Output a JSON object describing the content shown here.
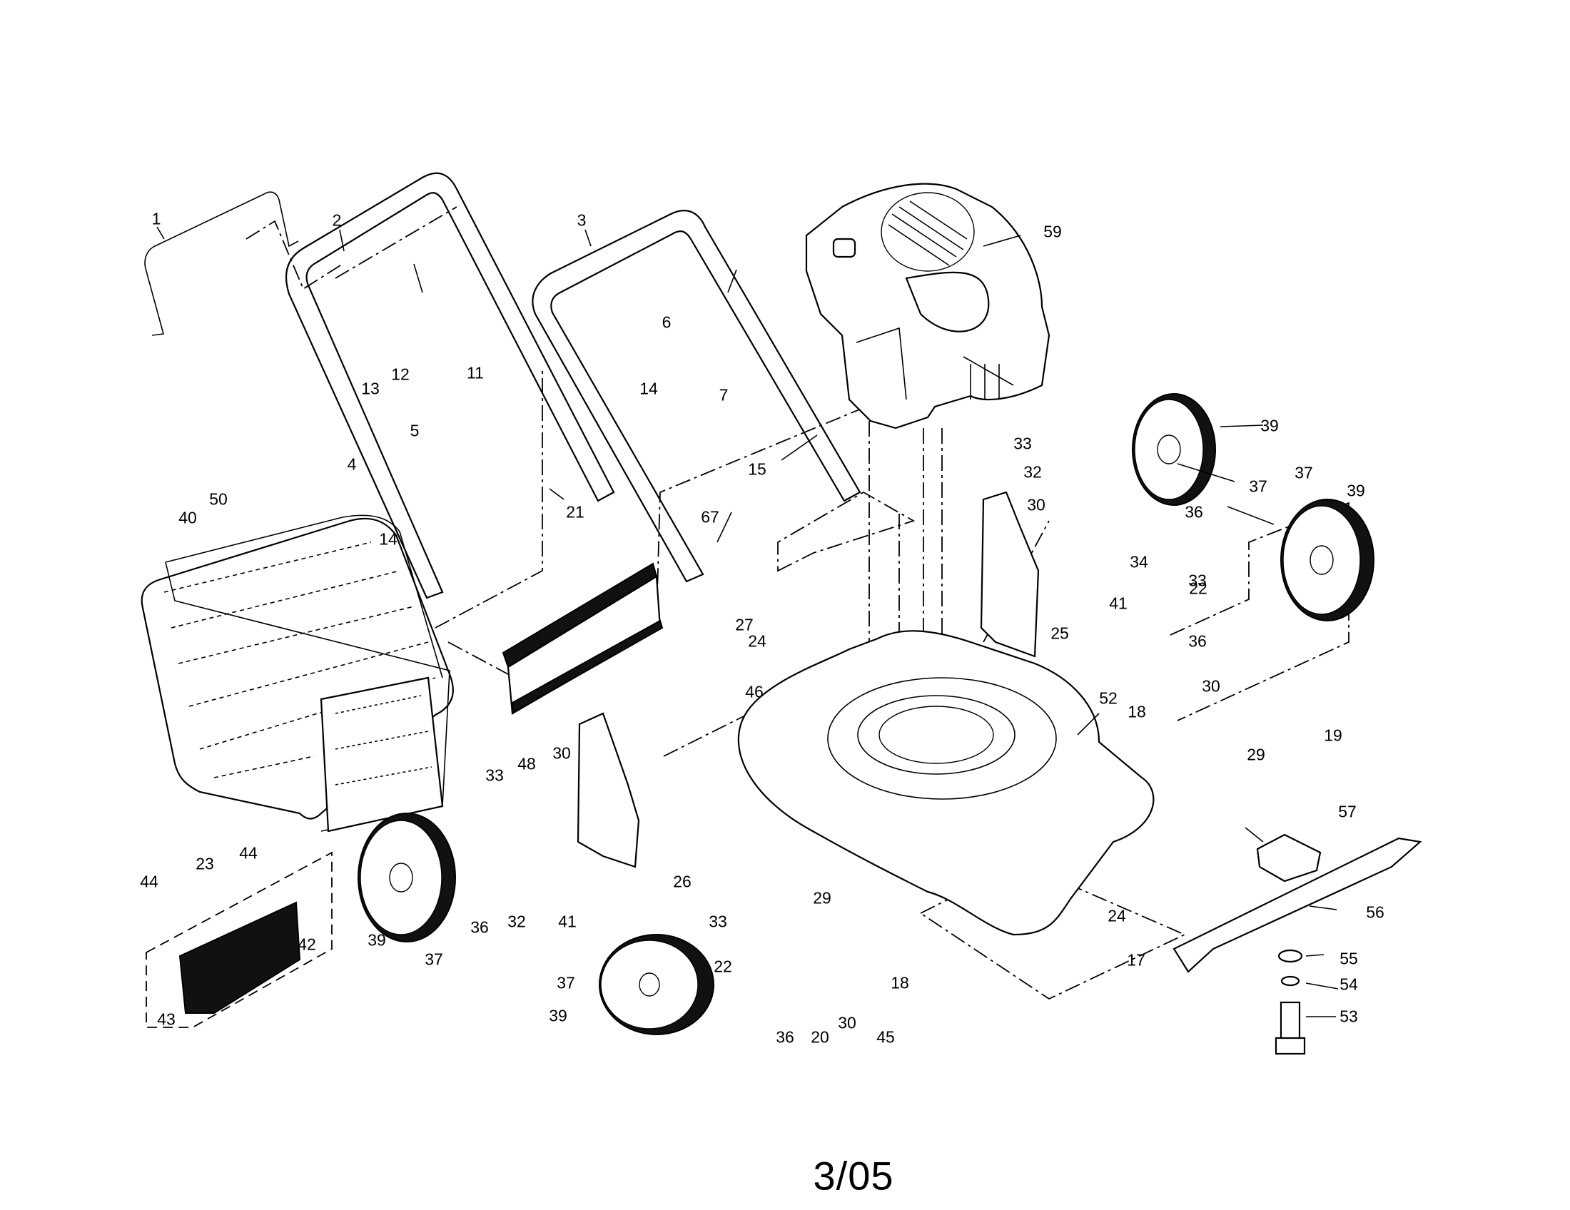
{
  "diagram": {
    "title": "Rotary Lawn Mower Parts Diagram",
    "footer_code": "3/05",
    "callouts": [
      {
        "id": "c1",
        "label": "1"
      },
      {
        "id": "c2",
        "label": "2"
      },
      {
        "id": "c3",
        "label": "3"
      },
      {
        "id": "c4",
        "label": "4"
      },
      {
        "id": "c5",
        "label": "5"
      },
      {
        "id": "c6",
        "label": "6"
      },
      {
        "id": "c7",
        "label": "7"
      },
      {
        "id": "c11",
        "label": "11"
      },
      {
        "id": "c12",
        "label": "12"
      },
      {
        "id": "c13",
        "label": "13"
      },
      {
        "id": "c14a",
        "label": "14"
      },
      {
        "id": "c14b",
        "label": "14"
      },
      {
        "id": "c15",
        "label": "15"
      },
      {
        "id": "c17",
        "label": "17"
      },
      {
        "id": "c18a",
        "label": "18"
      },
      {
        "id": "c18b",
        "label": "18"
      },
      {
        "id": "c19",
        "label": "19"
      },
      {
        "id": "c20",
        "label": "20"
      },
      {
        "id": "c21",
        "label": "21"
      },
      {
        "id": "c22a",
        "label": "22"
      },
      {
        "id": "c22b",
        "label": "22"
      },
      {
        "id": "c23",
        "label": "23"
      },
      {
        "id": "c24a",
        "label": "24"
      },
      {
        "id": "c24b",
        "label": "24"
      },
      {
        "id": "c25",
        "label": "25"
      },
      {
        "id": "c26",
        "label": "26"
      },
      {
        "id": "c27",
        "label": "27"
      },
      {
        "id": "c29a",
        "label": "29"
      },
      {
        "id": "c29b",
        "label": "29"
      },
      {
        "id": "c30a",
        "label": "30"
      },
      {
        "id": "c30b",
        "label": "30"
      },
      {
        "id": "c30c",
        "label": "30"
      },
      {
        "id": "c30d",
        "label": "30"
      },
      {
        "id": "c32a",
        "label": "32"
      },
      {
        "id": "c32b",
        "label": "32"
      },
      {
        "id": "c33a",
        "label": "33"
      },
      {
        "id": "c33b",
        "label": "33"
      },
      {
        "id": "c33c",
        "label": "33"
      },
      {
        "id": "c33d",
        "label": "33"
      },
      {
        "id": "c34",
        "label": "34"
      },
      {
        "id": "c36a",
        "label": "36"
      },
      {
        "id": "c36b",
        "label": "36"
      },
      {
        "id": "c36c",
        "label": "36"
      },
      {
        "id": "c36d",
        "label": "36"
      },
      {
        "id": "c37a",
        "label": "37"
      },
      {
        "id": "c37b",
        "label": "37"
      },
      {
        "id": "c37c",
        "label": "37"
      },
      {
        "id": "c37d",
        "label": "37"
      },
      {
        "id": "c39a",
        "label": "39"
      },
      {
        "id": "c39b",
        "label": "39"
      },
      {
        "id": "c39c",
        "label": "39"
      },
      {
        "id": "c39d",
        "label": "39"
      },
      {
        "id": "c40",
        "label": "40"
      },
      {
        "id": "c41a",
        "label": "41"
      },
      {
        "id": "c41b",
        "label": "41"
      },
      {
        "id": "c42",
        "label": "42"
      },
      {
        "id": "c43",
        "label": "43"
      },
      {
        "id": "c44a",
        "label": "44"
      },
      {
        "id": "c44b",
        "label": "44"
      },
      {
        "id": "c45",
        "label": "45"
      },
      {
        "id": "c46",
        "label": "46"
      },
      {
        "id": "c48",
        "label": "48"
      },
      {
        "id": "c50",
        "label": "50"
      },
      {
        "id": "c52",
        "label": "52"
      },
      {
        "id": "c53",
        "label": "53"
      },
      {
        "id": "c54",
        "label": "54"
      },
      {
        "id": "c55",
        "label": "55"
      },
      {
        "id": "c56",
        "label": "56"
      },
      {
        "id": "c57",
        "label": "57"
      },
      {
        "id": "c59",
        "label": "59"
      },
      {
        "id": "c67",
        "label": "67"
      }
    ]
  }
}
